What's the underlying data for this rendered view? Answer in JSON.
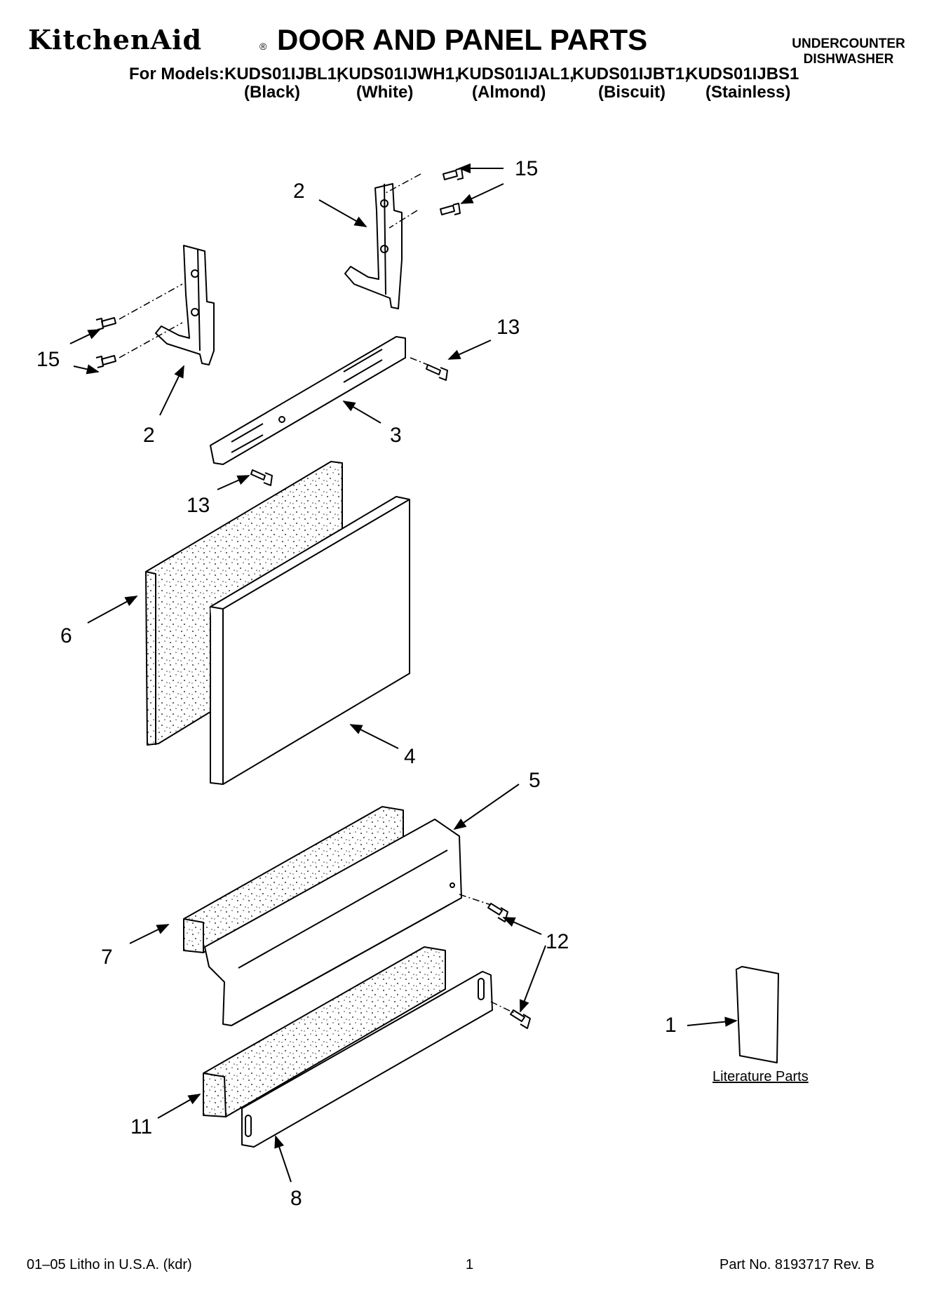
{
  "header": {
    "brand": "KitchenAid",
    "registered_mark": "®",
    "title": "DOOR AND PANEL PARTS",
    "product_line1": "UNDERCOUNTER",
    "product_line2": "DISHWASHER",
    "models_label": "For Models:",
    "models": [
      {
        "code": "KUDS01IJBL1,",
        "color": "(Black)"
      },
      {
        "code": "KUDS01IJWH1,",
        "color": "(White)"
      },
      {
        "code": "KUDS01IJAL1,",
        "color": "(Almond)"
      },
      {
        "code": "KUDS01IJBT1,",
        "color": "(Biscuit)"
      },
      {
        "code": "KUDS01IJBS1",
        "color": "(Stainless)"
      }
    ]
  },
  "callouts": {
    "c1": "1",
    "c2a": "2",
    "c2b": "2",
    "c3": "3",
    "c4": "4",
    "c5": "5",
    "c6": "6",
    "c7": "7",
    "c8": "8",
    "c11": "11",
    "c12": "12",
    "c13a": "13",
    "c13b": "13",
    "c15a": "15",
    "c15b": "15"
  },
  "literature_label": "Literature Parts",
  "footer": {
    "left": "01–05 Litho in U.S.A. (kdr)",
    "center": "1",
    "right": "Part No. 8193717 Rev. B"
  }
}
